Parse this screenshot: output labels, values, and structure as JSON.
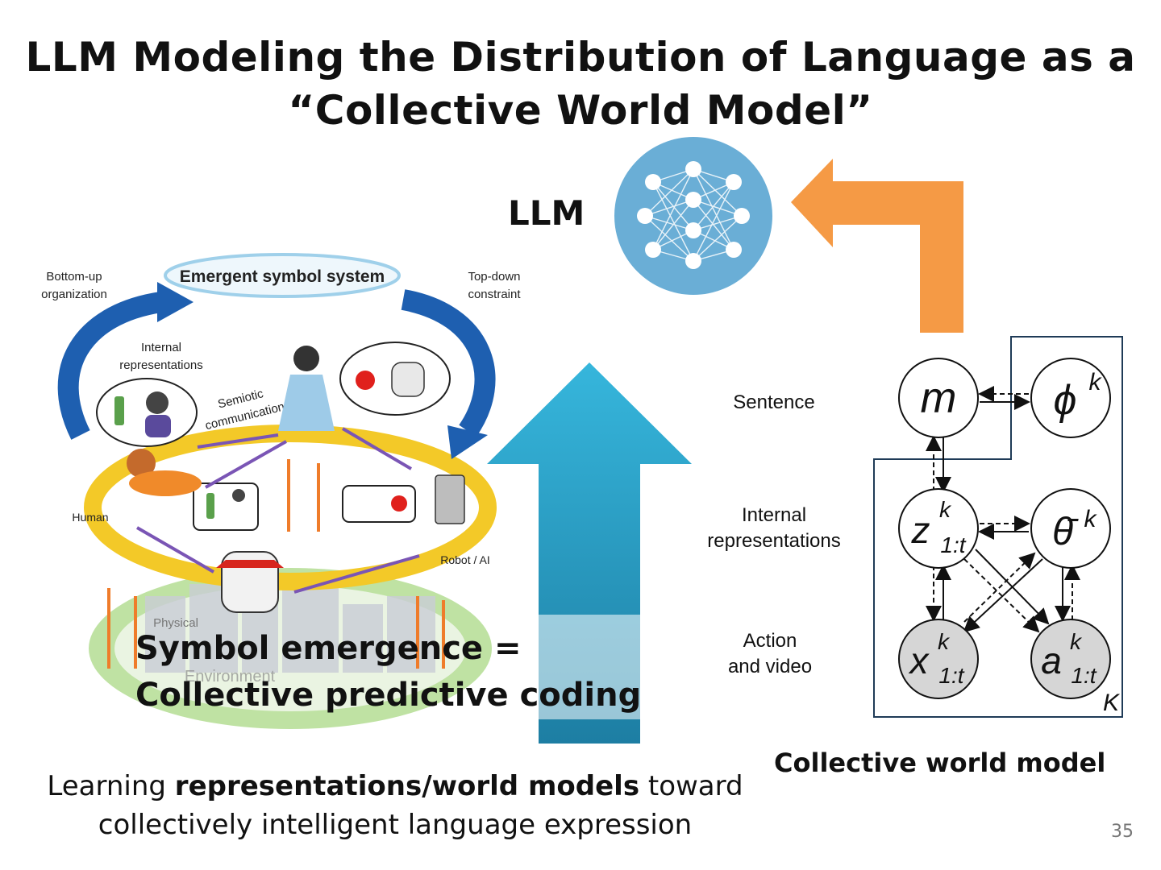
{
  "slide": {
    "title_line1": "LLM Modeling the Distribution of Language as a",
    "title_line2": "“Collective World Model”",
    "llm_label": "LLM",
    "symbol_emergence_line1": "Symbol emergence =",
    "symbol_emergence_line2": "Collective predictive coding",
    "caption_part1": "Learning ",
    "caption_bold": "representations/world models",
    "caption_part2": " toward",
    "caption_line2": "collectively intelligent language expression",
    "page_number": "35"
  },
  "illustration": {
    "emergent_symbol_system": "Emergent symbol system",
    "bottom_up_line1": "Bottom-up",
    "bottom_up_line2": "organization",
    "top_down_line1": "Top-down",
    "top_down_line2": "constraint",
    "internal_rep_line1": "Internal",
    "internal_rep_line2": "representations",
    "semiotic_line1": "Semiotic",
    "semiotic_line2": "communication",
    "human": "Human",
    "robot_ai": "Robot / AI",
    "physical": "Physical",
    "environment": "Environment"
  },
  "world_model": {
    "title": "Collective world model",
    "levels": {
      "sentence": "Sentence",
      "internal_line1": "Internal",
      "internal_line2": "representations",
      "action_line1": "Action",
      "action_line2": "and video"
    },
    "nodes": {
      "m": "m",
      "phi": "ϕ",
      "phi_sup": "k",
      "z": "z",
      "z_sup": "k",
      "z_sub": "1:t",
      "theta": "θ̄",
      "theta_sup": "k",
      "x": "x",
      "x_sup": "k",
      "x_sub": "1:t",
      "a": "a",
      "a_sup": "k",
      "a_sub": "1:t"
    },
    "plate_label": "K"
  },
  "colors": {
    "llm_circle": "#6aaed6",
    "orange_arrow": "#f59a45",
    "blue_arrow": "#2ea6cc",
    "observed_node": "#d6d6d6",
    "plate_border": "#1f3b57"
  }
}
